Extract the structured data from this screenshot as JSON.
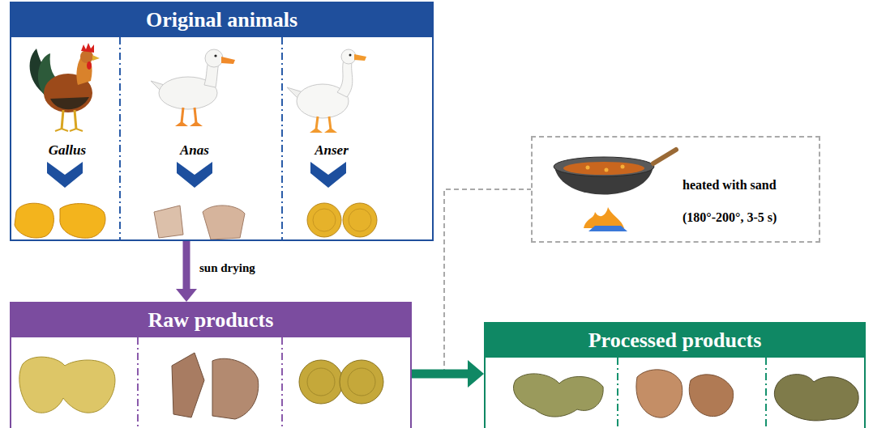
{
  "diagram": {
    "nodes": [
      {
        "text": [
          "Original animals"
        ]
      },
      {
        "text": [
          "Raw products"
        ]
      },
      {
        "text": [
          "heated with sand",
          "(180°-200°, 3-5 s)"
        ]
      },
      {
        "text": [
          "Processed products"
        ]
      }
    ],
    "edges": [
      {
        "from": 0,
        "to": 1,
        "arrow": "to",
        "label": "sun drying"
      },
      {
        "from": 1,
        "to": 3,
        "arrow": "to"
      },
      {
        "from": 1,
        "to": 2,
        "arrow": "none"
      }
    ],
    "labels": [
      "Gallus",
      "Anas",
      "Anser"
    ]
  }
}
